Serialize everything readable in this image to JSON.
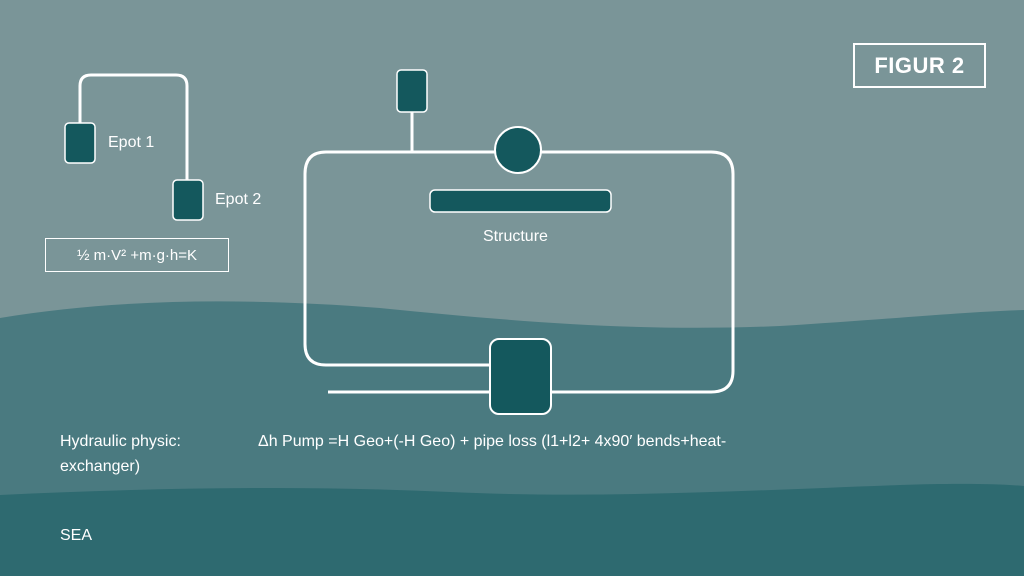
{
  "badge": {
    "label": "FIGUR 2"
  },
  "labels": {
    "epot1": "Epot 1",
    "epot2": "Epot 2",
    "formula": "½ m·V² +m·g·h=K",
    "structure": "Structure",
    "hydraulic_prefix": "Hydraulic physic:",
    "hydraulic_formula": "Δh  Pump =H Geo+(-H Geo) + pipe loss (l1+l2+ 4x90′ bends+heat-",
    "hydraulic_continuation": "exchanger)",
    "sea": "SEA"
  },
  "colors": {
    "sky": "#7a9598",
    "water_upper": "#4a7a80",
    "water_lower": "#2e6a70",
    "component": "#14585d",
    "line": "#ffffff"
  }
}
